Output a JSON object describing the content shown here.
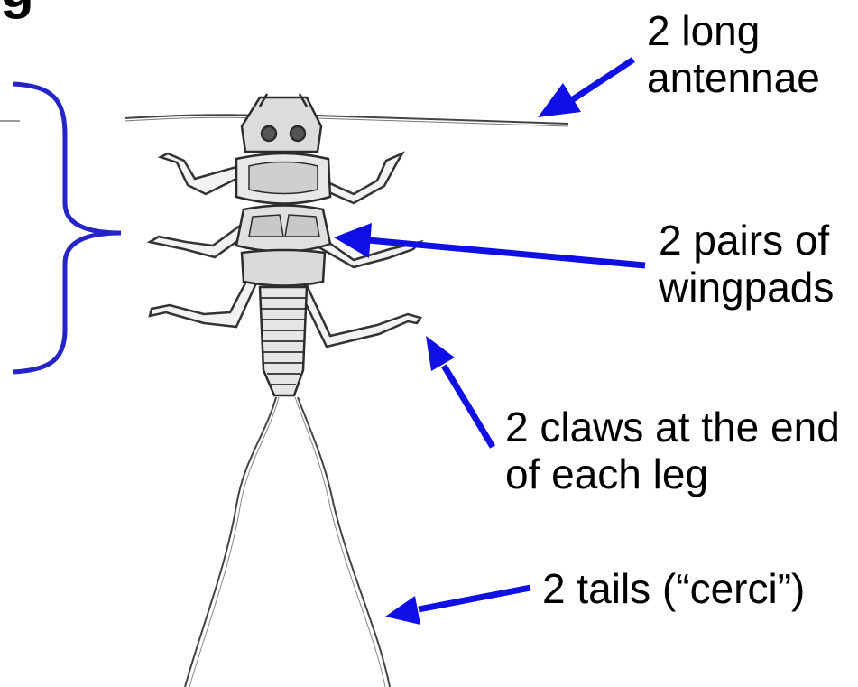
{
  "title_fragment": "g",
  "labels": {
    "antennae": [
      "2 long",
      "antennae"
    ],
    "wingpads": [
      "2 pairs of",
      "wingpads"
    ],
    "claws": [
      "2 claws at the end",
      "of each leg"
    ],
    "tails": [
      "2 tails (“cerci”)"
    ]
  },
  "colors": {
    "arrow": "#1010e6",
    "bracket": "#2424c8",
    "ink": "#333333",
    "background": "#ffffff"
  }
}
